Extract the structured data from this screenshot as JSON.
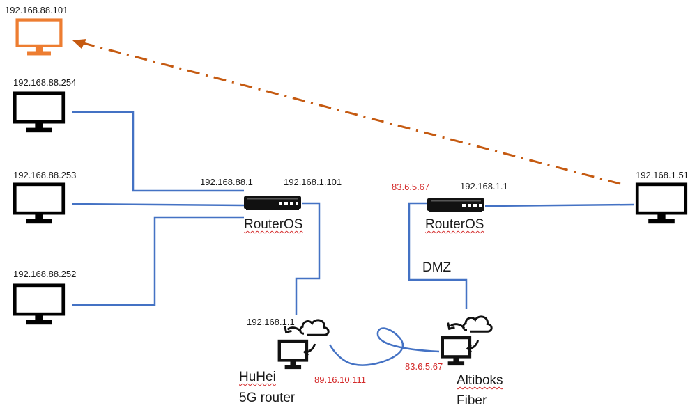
{
  "colors": {
    "link": "#4472c4",
    "vpn": "#c55a11",
    "monitor": "#000000",
    "highlight_monitor": "#ed7d31",
    "public_ip": "#d42b2b"
  },
  "hosts": {
    "remote_pc": "192.168.88.101",
    "pc_254": "192.168.88.254",
    "pc_253": "192.168.88.253",
    "pc_252": "192.168.88.252",
    "right_pc": "192.168.1.51"
  },
  "router_left": {
    "label": "RouterOS",
    "lan_ip": "192.168.88.1",
    "wan_ip": "192.168.1.101"
  },
  "router_right": {
    "label": "RouterOS",
    "wan_ip": "83.6.5.67",
    "lan_ip": "192.168.1.1"
  },
  "huhei": {
    "ip": "192.168.1.1",
    "name": "HuHei",
    "subtitle": "5G router",
    "public_ip": "89.16.10.111"
  },
  "altiboks": {
    "name": "Altiboks",
    "subtitle": "Fiber",
    "public_ip": "83.6.5.67",
    "dmz_label": "DMZ"
  },
  "icons": [
    "monitor-icon",
    "router-icon",
    "cloud-computer-icon"
  ]
}
